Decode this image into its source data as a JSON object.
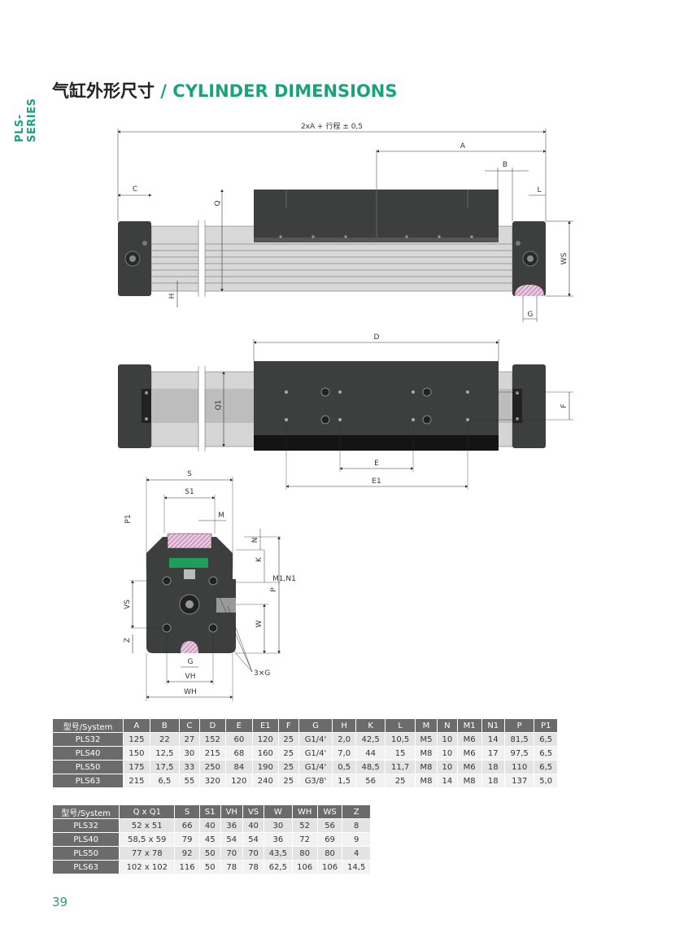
{
  "header": {
    "series": "PLS-SERIES",
    "title_cn": "气缸外形尺寸",
    "title_sep": " / ",
    "title_en": "CYLINDER DIMENSIONS"
  },
  "labels": {
    "total": "2xA + 行程 ± 0,5",
    "A": "A",
    "B": "B",
    "C": "C",
    "L": "L",
    "Q": "Q",
    "WS": "WS",
    "H": "H",
    "G": "G",
    "D": "D",
    "Q1": "Q1",
    "F": "F",
    "E": "E",
    "E1": "E1",
    "S": "S",
    "S1": "S1",
    "M": "M",
    "P1": "P1",
    "N": "N",
    "K": "K",
    "M1N1": "M1,N1",
    "P": "P",
    "VS": "VS",
    "W": "W",
    "Z": "Z",
    "G2": "G",
    "VH": "VH",
    "WH": "WH",
    "3G": "3×G"
  },
  "table1": {
    "headers": [
      "型号/System",
      "A",
      "B",
      "C",
      "D",
      "E",
      "E1",
      "F",
      "G",
      "H",
      "K",
      "L",
      "M",
      "N",
      "M1",
      "N1",
      "P",
      "P1"
    ],
    "rows": [
      [
        "PLS32",
        "125",
        "22",
        "27",
        "152",
        "60",
        "120",
        "25",
        "G1/4'",
        "2,0",
        "42,5",
        "10,5",
        "M5",
        "10",
        "M6",
        "14",
        "81,5",
        "6,5"
      ],
      [
        "PLS40",
        "150",
        "12,5",
        "30",
        "215",
        "68",
        "160",
        "25",
        "G1/4'",
        "7,0",
        "44",
        "15",
        "M8",
        "10",
        "M6",
        "17",
        "97,5",
        "6,5"
      ],
      [
        "PLS50",
        "175",
        "17,5",
        "33",
        "250",
        "84",
        "190",
        "25",
        "G1/4'",
        "0,5",
        "48,5",
        "11,7",
        "M8",
        "10",
        "M6",
        "18",
        "110",
        "6,5"
      ],
      [
        "PLS63",
        "215",
        "6,5",
        "55",
        "320",
        "120",
        "240",
        "25",
        "G3/8'",
        "1,5",
        "56",
        "25",
        "M8",
        "14",
        "M8",
        "18",
        "137",
        "5,0"
      ]
    ]
  },
  "table2": {
    "headers": [
      "型号/System",
      "Q x Q1",
      "S",
      "S1",
      "VH",
      "VS",
      "W",
      "WH",
      "WS",
      "Z"
    ],
    "rows": [
      [
        "PLS32",
        "52 x 51",
        "66",
        "40",
        "36",
        "40",
        "30",
        "52",
        "56",
        "8"
      ],
      [
        "PLS40",
        "58,5 x 59",
        "79",
        "45",
        "54",
        "54",
        "36",
        "72",
        "69",
        "9"
      ],
      [
        "PLS50",
        "77 x 78",
        "92",
        "50",
        "70",
        "70",
        "43,5",
        "80",
        "80",
        "4"
      ],
      [
        "PLS63",
        "102 x 102",
        "116",
        "50",
        "78",
        "78",
        "62,5",
        "106",
        "106",
        "14,5"
      ]
    ]
  },
  "page_number": "39"
}
